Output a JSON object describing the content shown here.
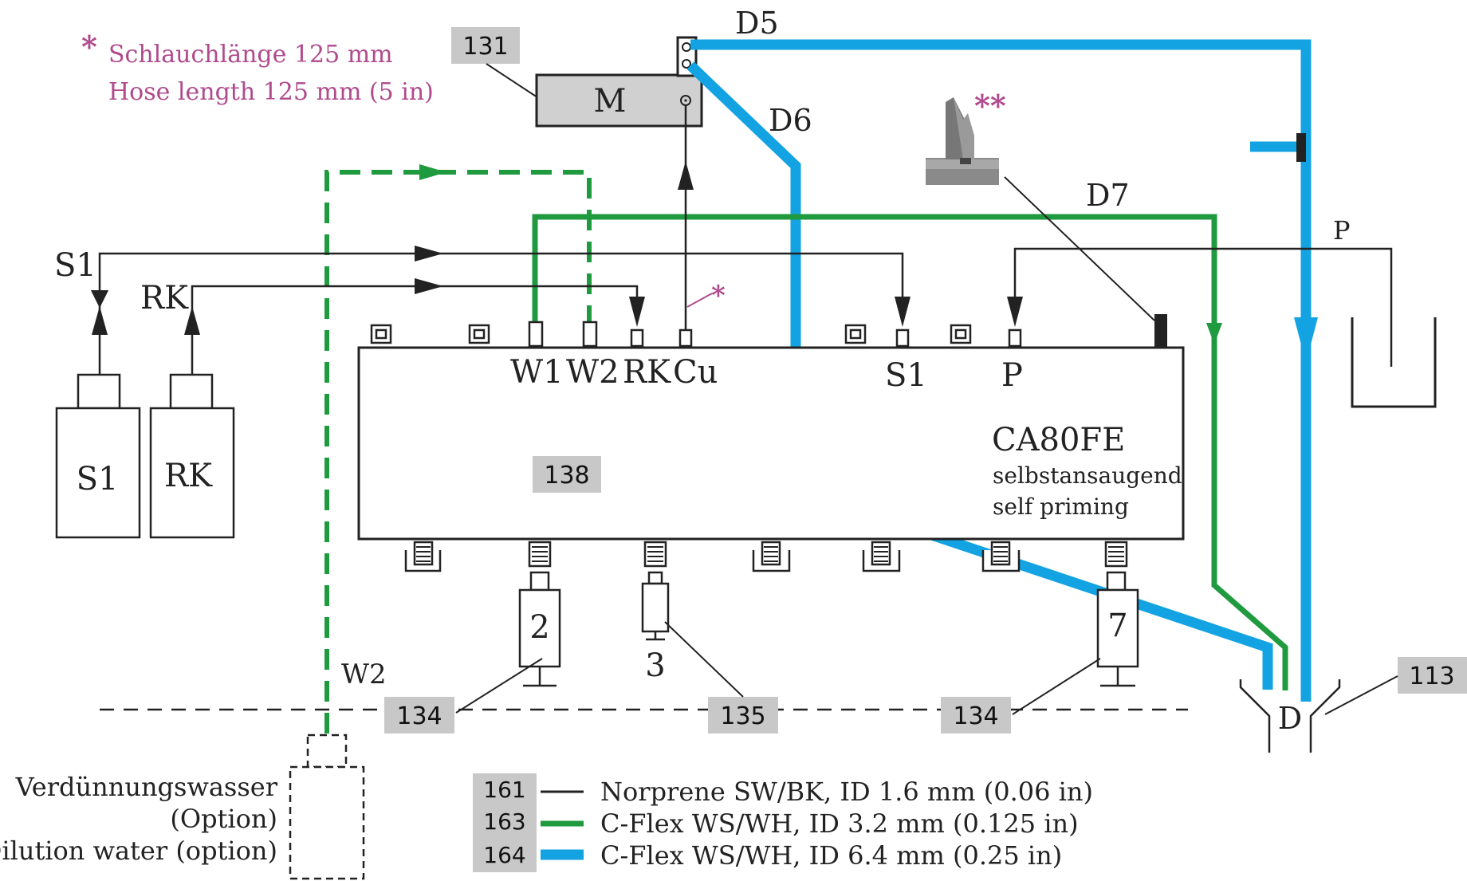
{
  "note": {
    "star": "*",
    "line_de": "Schlauchlänge 125 mm",
    "line_en": "Hose length 125 mm (5 in)"
  },
  "callouts": {
    "c131": "131",
    "c138": "138",
    "c134a": "134",
    "c135": "135",
    "c134b": "134",
    "c113": "113"
  },
  "motor": {
    "label": "M"
  },
  "drains": {
    "d5": "D5",
    "d6": "D6",
    "d7": "D7",
    "d": "D"
  },
  "double_star": "**",
  "small_star": "*",
  "inputs": {
    "s1": "S1",
    "rk": "RK",
    "p": "P",
    "w2": "W2"
  },
  "bottles": {
    "s1": "S1",
    "rk": "RK"
  },
  "ports": {
    "w1": "W1",
    "w2": "W2",
    "rk": "RK",
    "cu": "Cu",
    "s1": "S1",
    "p": "P"
  },
  "device": {
    "model": "CA80FE",
    "line1": "selbstansaugend",
    "line2": "self priming"
  },
  "valves": {
    "v2": "2",
    "v3": "3",
    "v7": "7"
  },
  "dilution": {
    "de1": "Verdünnungswasser",
    "de2": "(Option)",
    "en": "Dilution water (option)"
  },
  "legend": [
    {
      "code": "161",
      "text": "Norprene SW/BK, ID 1.6 mm (0.06 in)",
      "color": "#222222"
    },
    {
      "code": "163",
      "text": "C-Flex WS/WH, ID 3.2 mm (0.125 in)",
      "color": "#1f9a3f"
    },
    {
      "code": "164",
      "text": "C-Flex WS/WH, ID 6.4 mm (0.25 in)",
      "color": "#13a3e2"
    }
  ],
  "colors": {
    "black_tube": "#222222",
    "green_tube": "#1f9a3f",
    "blue_tube": "#13a3e2",
    "callout_bg": "#c8c8c8",
    "note": "#b04a8c"
  }
}
